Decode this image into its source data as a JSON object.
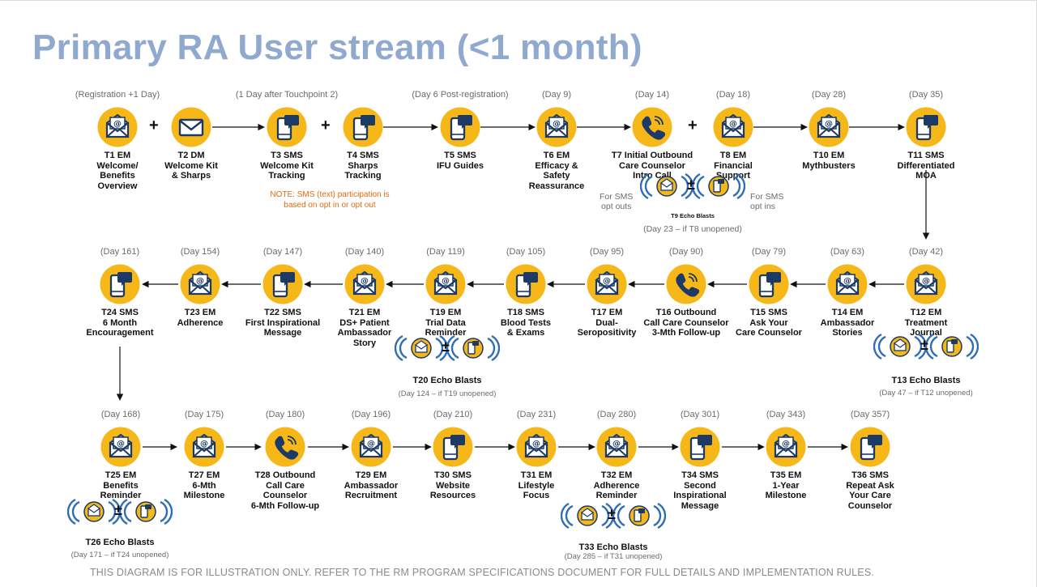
{
  "title": "Primary RA User stream (<1 month)",
  "footer": "THIS DIAGRAM IS FOR ILLUSTRATION ONLY. REFER TO THE RM PROGRAM SPECIFICATIONS DOCUMENT FOR FULL DETAILS AND IMPLEMENTATION RULES.",
  "note": [
    "NOTE: SMS (text) participation is",
    "based on opt in or opt out"
  ],
  "colors": {
    "icon_fill": "#f6b718",
    "icon_ink": "#1d3a66",
    "echo_blue": "#2f6db5",
    "note": "#e06a14",
    "title": "#8fa9cf"
  },
  "touchpoints": [
    {
      "id": "t1",
      "day": "(Registration +1 Day)",
      "type": "email",
      "label": [
        "T1 EM",
        "Welcome/",
        "Benefits",
        "Overview"
      ]
    },
    {
      "id": "t2",
      "day": "",
      "type": "mail",
      "label": [
        "T2 DM",
        "Welcome Kit",
        "& Sharps"
      ]
    },
    {
      "id": "t3",
      "day": "(1 Day after Touchpoint 2)",
      "type": "sms",
      "label": [
        "T3 SMS",
        "Welcome Kit",
        "Tracking"
      ]
    },
    {
      "id": "t4",
      "day": "",
      "type": "sms",
      "label": [
        "T4 SMS",
        "Sharps",
        "Tracking"
      ]
    },
    {
      "id": "t5",
      "day": "(Day 6 Post-registration)",
      "type": "sms",
      "label": [
        "T5 SMS",
        "IFU Guides"
      ]
    },
    {
      "id": "t6",
      "day": "(Day 9)",
      "type": "email",
      "label": [
        "T6 EM",
        "Efficacy &",
        "Safety",
        "Reassurance"
      ]
    },
    {
      "id": "t7",
      "day": "(Day 14)",
      "type": "phone",
      "label": [
        "T7 Initial Outbound",
        "Care Counselor",
        "Intro Call"
      ]
    },
    {
      "id": "t8",
      "day": "(Day 18)",
      "type": "email",
      "label": [
        "T8 EM",
        "Financial",
        "Support"
      ]
    },
    {
      "id": "t10",
      "day": "(Day 28)",
      "type": "email",
      "label": [
        "T10 EM",
        "Mythbusters"
      ]
    },
    {
      "id": "t11",
      "day": "(Day 35)",
      "type": "sms",
      "label": [
        "T11 SMS",
        "Differentiated",
        "MOA"
      ]
    },
    {
      "id": "t12",
      "day": "(Day 42)",
      "type": "email",
      "label": [
        "T12 EM",
        "Treatment",
        "Journal"
      ]
    },
    {
      "id": "t14",
      "day": "(Day 63)",
      "type": "email",
      "label": [
        "T14 EM",
        "Ambassador",
        "Stories"
      ]
    },
    {
      "id": "t15",
      "day": "(Day 79)",
      "type": "sms",
      "label": [
        "T15 SMS",
        "Ask Your",
        "Care Counselor"
      ]
    },
    {
      "id": "t16",
      "day": "(Day 90)",
      "type": "phone",
      "label": [
        "T16 Outbound",
        "Call Care Counselor",
        "3-Mth Follow-up"
      ]
    },
    {
      "id": "t17",
      "day": "(Day 95)",
      "type": "email",
      "label": [
        "T17 EM",
        "Dual-",
        "Seropositivity"
      ]
    },
    {
      "id": "t18",
      "day": "(Day 105)",
      "type": "sms",
      "label": [
        "T18 SMS",
        "Blood Tests",
        "& Exams"
      ]
    },
    {
      "id": "t19",
      "day": "(Day 119)",
      "type": "email",
      "label": [
        "T19 EM",
        "Trial Data",
        "Reminder"
      ]
    },
    {
      "id": "t21",
      "day": "(Day 140)",
      "type": "email",
      "label": [
        "T21 EM",
        "DS+ Patient",
        "Ambassador",
        "Story"
      ]
    },
    {
      "id": "t22",
      "day": "(Day 147)",
      "type": "sms",
      "label": [
        "T22 SMS",
        "First Inspirational",
        "Message"
      ]
    },
    {
      "id": "t23",
      "day": "(Day 154)",
      "type": "email",
      "label": [
        "T23 EM",
        "Adherence"
      ]
    },
    {
      "id": "t24",
      "day": "(Day 161)",
      "type": "sms",
      "label": [
        "T24 SMS",
        "6 Month",
        "Encouragement"
      ]
    },
    {
      "id": "t25",
      "day": "(Day 168)",
      "type": "email",
      "label": [
        "T25 EM",
        "Benefits",
        "Reminder"
      ]
    },
    {
      "id": "t27",
      "day": "(Day 175)",
      "type": "email",
      "label": [
        "T27 EM",
        "6-Mth",
        "Milestone"
      ]
    },
    {
      "id": "t28",
      "day": "(Day 180)",
      "type": "phone",
      "label": [
        "T28 Outbound",
        "Call Care",
        "Counselor",
        "6-Mth Follow-up"
      ]
    },
    {
      "id": "t29",
      "day": "(Day 196)",
      "type": "email",
      "label": [
        "T29 EM",
        "Ambassador",
        "Recruitment"
      ]
    },
    {
      "id": "t30",
      "day": "(Day 210)",
      "type": "sms",
      "label": [
        "T30 SMS",
        "Website",
        "Resources"
      ]
    },
    {
      "id": "t31",
      "day": "(Day 231)",
      "type": "email",
      "label": [
        "T31 EM",
        "Lifestyle",
        "Focus"
      ]
    },
    {
      "id": "t32",
      "day": "(Day 280)",
      "type": "email",
      "label": [
        "T32 EM",
        "Adherence",
        "Reminder"
      ]
    },
    {
      "id": "t34",
      "day": "(Day 301)",
      "type": "sms",
      "label": [
        "T34 SMS",
        "Second",
        "Inspirational",
        "Message"
      ]
    },
    {
      "id": "t35",
      "day": "(Day 343)",
      "type": "email",
      "label": [
        "T35 EM",
        "1-Year",
        "Milestone"
      ]
    },
    {
      "id": "t36",
      "day": "(Day 357)",
      "type": "sms",
      "label": [
        "T36 SMS",
        "Repeat Ask",
        "Your Care",
        "Counselor"
      ]
    }
  ],
  "echo_blasts": [
    {
      "id": "t9",
      "title": "T9 Echo Blasts",
      "sub": "(Day 23 – if T8 unopened)",
      "left_label": [
        "For SMS",
        "opt outs"
      ],
      "right_label": [
        "For SMS",
        "opt ins"
      ]
    },
    {
      "id": "t13",
      "title": "T13 Echo Blasts",
      "sub": "(Day 47 – if T12 unopened)"
    },
    {
      "id": "t20",
      "title": "T20 Echo Blasts",
      "sub": "(Day 124 – if T19 unopened)"
    },
    {
      "id": "t26",
      "title": "T26 Echo Blasts",
      "sub": "(Day 171 – if T24 unopened)"
    },
    {
      "id": "t33",
      "title": "T33 Echo Blasts",
      "sub": "(Day 285 – if T31 unopened)"
    }
  ],
  "symbols": {
    "plus": "+",
    "plus_minus": "±"
  }
}
